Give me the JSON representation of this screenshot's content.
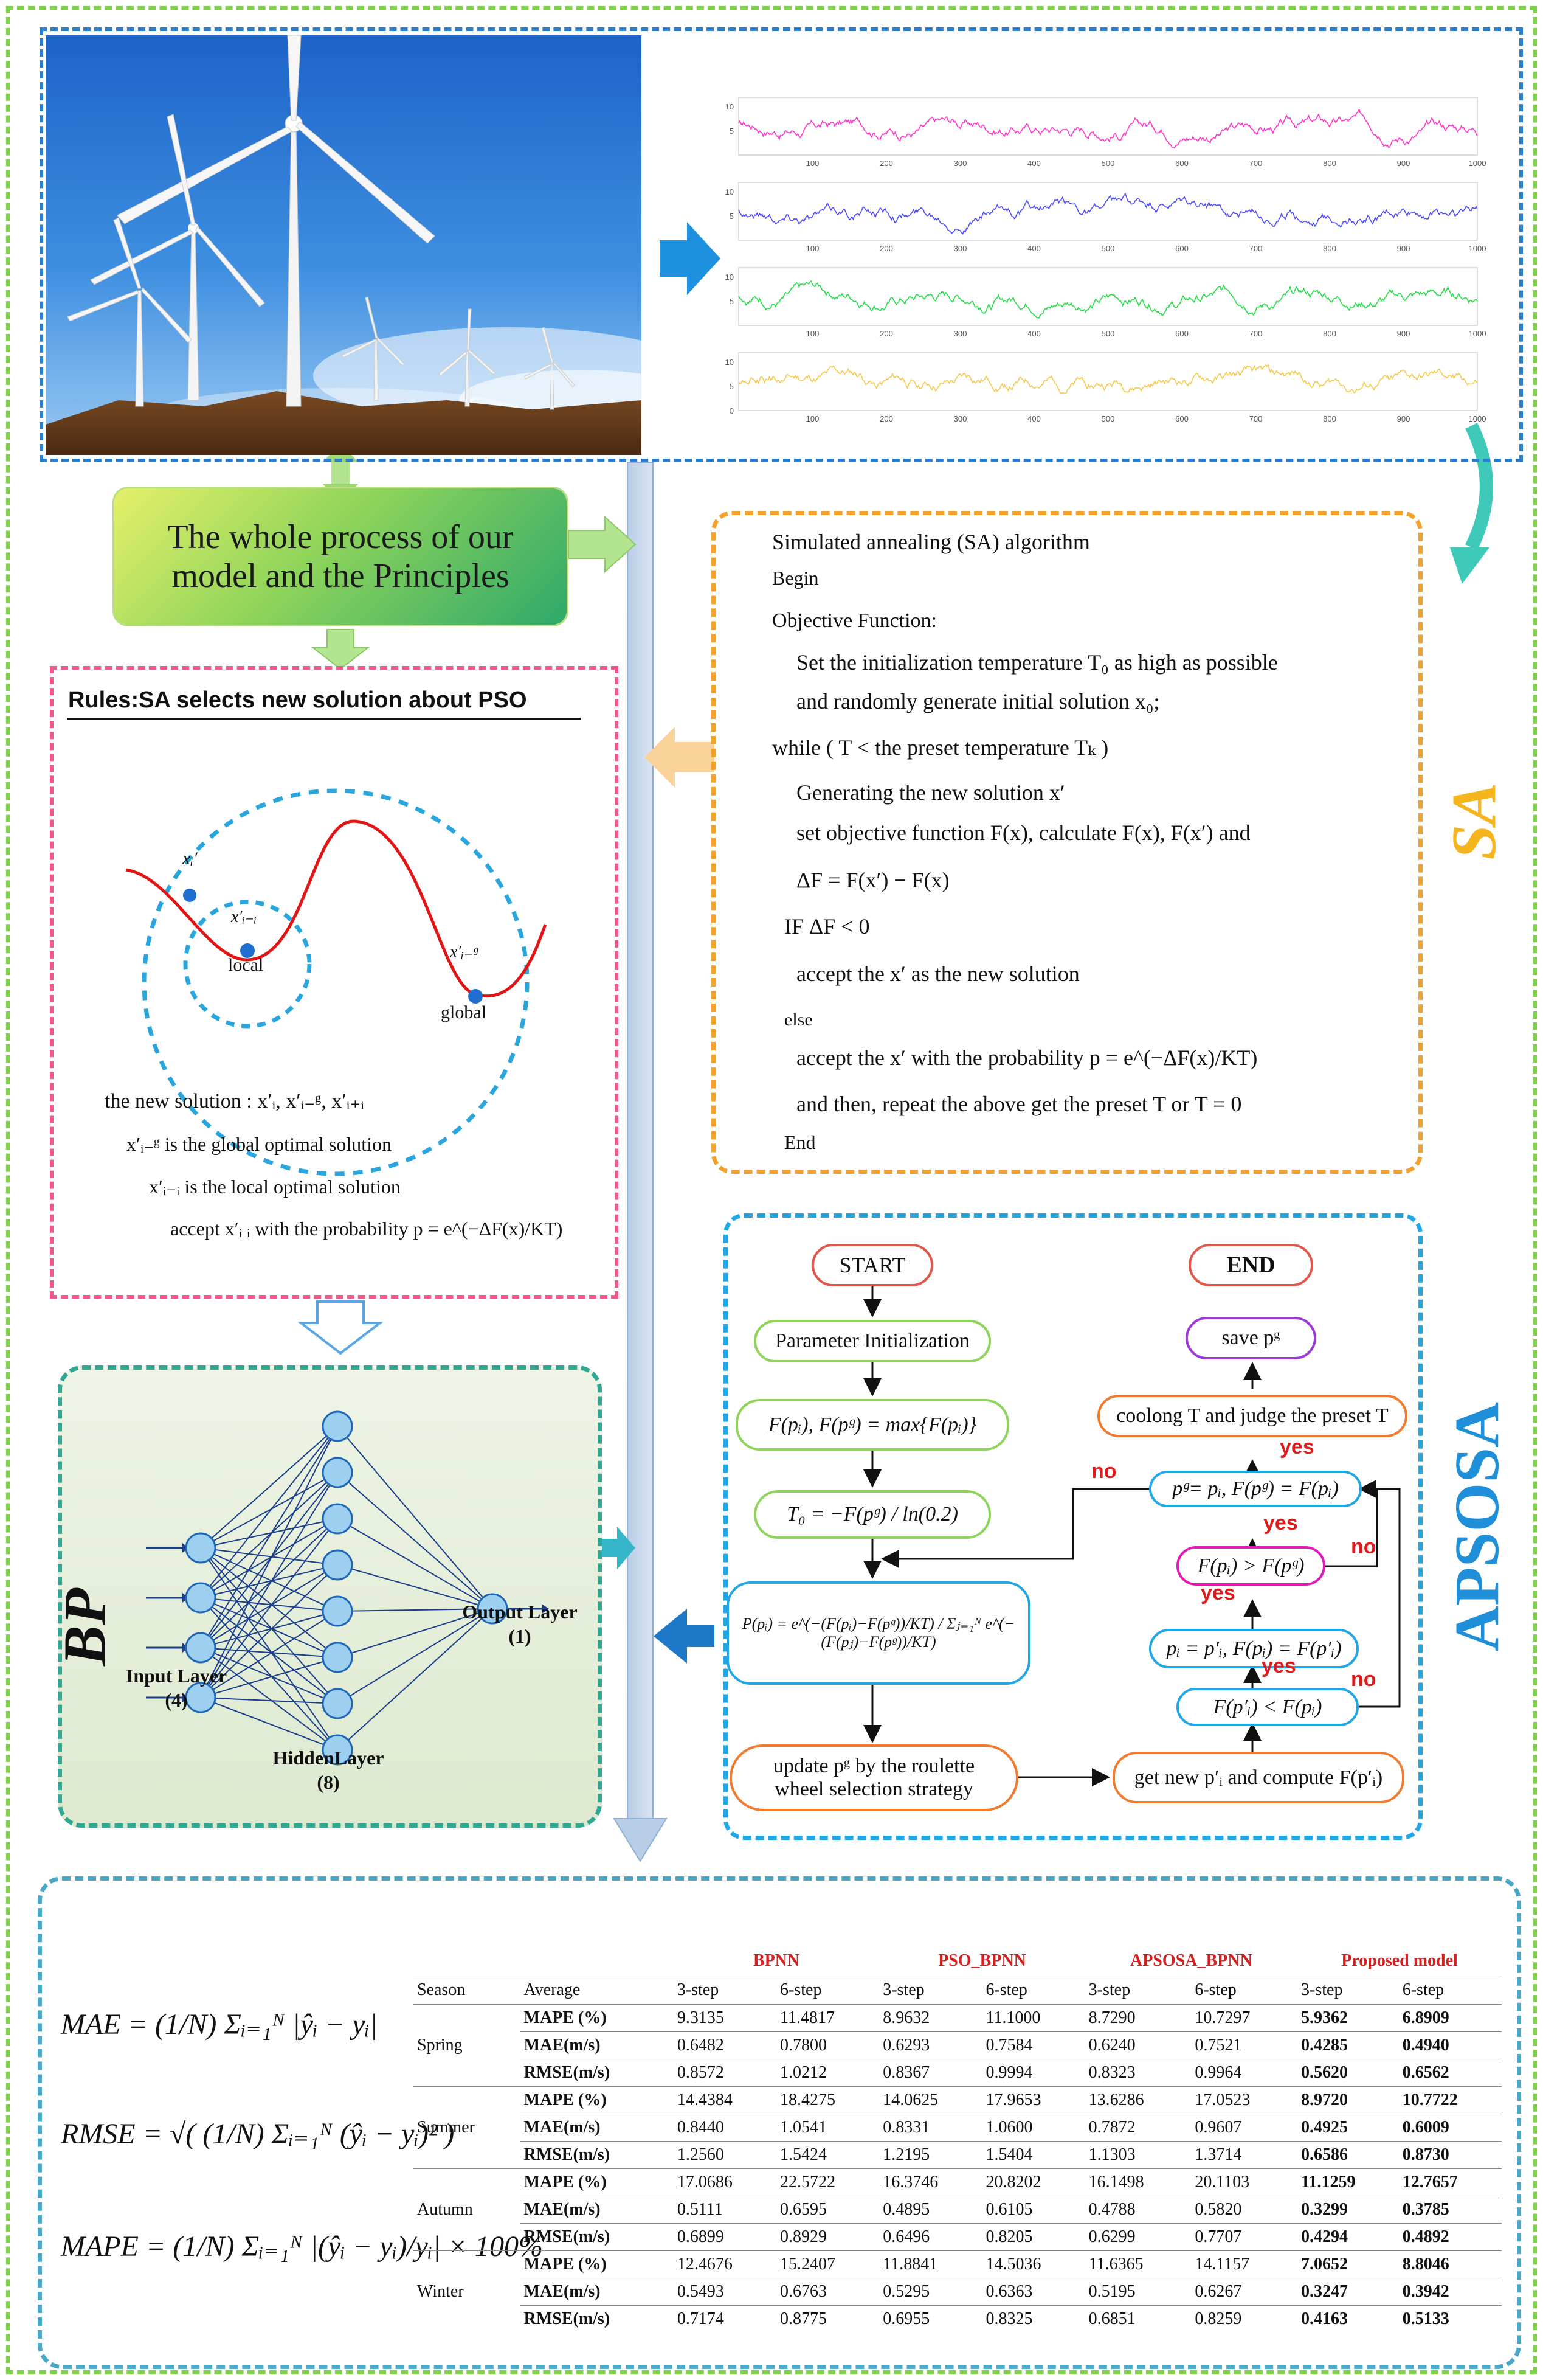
{
  "center_box": {
    "line1": "The whole process of our",
    "line2": "model and the Principles"
  },
  "chart_panel": {
    "x_ticks": [
      "100",
      "200",
      "300",
      "400",
      "500",
      "600",
      "700",
      "800",
      "900",
      "1000"
    ],
    "series": [
      {
        "color": "#ff33cc",
        "y_ticks": [
          "10",
          "5"
        ]
      },
      {
        "color": "#4d4dff",
        "y_ticks": [
          "10",
          "5"
        ]
      },
      {
        "color": "#22dd44",
        "y_ticks": [
          "10",
          "5"
        ]
      },
      {
        "color": "#f5c84a",
        "y_ticks": [
          "10",
          "5",
          "0"
        ]
      }
    ]
  },
  "sa_algorithm": {
    "side_label": "SA",
    "lines": [
      "Simulated annealing (SA) algorithm",
      "Begin",
      "Objective Function:",
      "Set the initialization temperature T₀ as high as possible",
      "and randomly generate initial solution x₀;",
      "while ( T < the preset temperature Tₖ )",
      "Generating the new solution x′",
      "set objective function F(x), calculate F(x), F(x′) and",
      "ΔF = F(x′) − F(x)",
      "IF ΔF < 0",
      "accept the x′ as the new solution",
      "else",
      "accept the x′ with the probability p = e^(−ΔF(x)/KT)",
      "and then, repeat the above get the preset T or T = 0",
      "End"
    ]
  },
  "rules_panel": {
    "title": "Rules:SA selects new solution about PSO",
    "point_labels": {
      "xi": "xᵢ′",
      "local_sym": "x′ᵢ₋ᵢ",
      "local": "local",
      "global_sym": "x′ᵢ₋ᵍ",
      "global": "global"
    },
    "text_lines": [
      "the new solution : x′ᵢ, x′ᵢ₋ᵍ, x′ᵢ₊ᵢ",
      "x′ᵢ₋ᵍ  is the global optimal solution",
      "x′ᵢ₋ᵢ  is the local optimal solution",
      "accept x′ᵢ ᵢ  with the probability p = e^(−ΔF(x)/KT)"
    ]
  },
  "bp_panel": {
    "title": "BP",
    "input_layer": "Input Layer",
    "input_count": "(4)",
    "hidden_layer": "HiddenLayer",
    "hidden_count": "(8)",
    "output_layer": "Output Layer",
    "output_count": "(1)"
  },
  "apsosa_panel": {
    "side_label": "APSOSA",
    "start": "START",
    "param_init": "Parameter Initialization",
    "f_max": "F(pᵢ), F(pᵍ) = max{F(pᵢ)}",
    "t0": "T₀ = −F(pᵍ) / ln(0.2)",
    "prob": "P(pᵢ) = e^(−(F(pᵢ)−F(pᵍ))/KT) / Σⱼ₌₁ᴺ e^(−(F(pⱼ)−F(pᵍ))/KT)",
    "update_line1": "update pᵍ by the roulette",
    "update_line2": "wheel selection strategy",
    "get_new": "get new p′ᵢ and compute F(p′ᵢ)",
    "cond1": "F(p′ᵢ) < F(pᵢ)",
    "assign1": "pᵢ = p′ᵢ, F(pᵢ) = F(p′ᵢ)",
    "cond2": "F(pᵢ) > F(pᵍ)",
    "assign2": "pᵍ= pᵢ, F(pᵍ) = F(pᵢ)",
    "cooling": "coolong T and judge the preset T",
    "save": "save pᵍ",
    "end": "END",
    "yes": "yes",
    "no": "no"
  },
  "formulas": {
    "mae": "MAE = (1/N) Σᵢ₌₁ᴺ |ŷᵢ − yᵢ|",
    "rmse": "RMSE = √( (1/N) Σᵢ₌₁ᴺ (ŷᵢ − yᵢ)² )",
    "mape": "MAPE = (1/N) Σᵢ₌₁ᴺ |(ŷᵢ − yᵢ)/yᵢ| × 100%"
  },
  "results_table": {
    "models": [
      "BPNN",
      "PSO_BPNN",
      "APSOSA_BPNN",
      "Proposed model"
    ],
    "col_season": "Season",
    "col_average": "Average",
    "steps": [
      "3-step",
      "6-step"
    ],
    "rows": [
      {
        "season": "Spring",
        "metric": "MAPE (%)",
        "values": [
          "9.3135",
          "11.4817",
          "8.9632",
          "11.1000",
          "8.7290",
          "10.7297",
          "5.9362",
          "6.8909"
        ]
      },
      {
        "season": "",
        "metric": "MAE(m/s)",
        "values": [
          "0.6482",
          "0.7800",
          "0.6293",
          "0.7584",
          "0.6240",
          "0.7521",
          "0.4285",
          "0.4940"
        ]
      },
      {
        "season": "",
        "metric": "RMSE(m/s)",
        "values": [
          "0.8572",
          "1.0212",
          "0.8367",
          "0.9994",
          "0.8323",
          "0.9964",
          "0.5620",
          "0.6562"
        ]
      },
      {
        "season": "Summer",
        "metric": "MAPE (%)",
        "values": [
          "14.4384",
          "18.4275",
          "14.0625",
          "17.9653",
          "13.6286",
          "17.0523",
          "8.9720",
          "10.7722"
        ]
      },
      {
        "season": "",
        "metric": "MAE(m/s)",
        "values": [
          "0.8440",
          "1.0541",
          "0.8331",
          "1.0600",
          "0.7872",
          "0.9607",
          "0.4925",
          "0.6009"
        ]
      },
      {
        "season": "",
        "metric": "RMSE(m/s)",
        "values": [
          "1.2560",
          "1.5424",
          "1.2195",
          "1.5404",
          "1.1303",
          "1.3714",
          "0.6586",
          "0.8730"
        ]
      },
      {
        "season": "Autumn",
        "metric": "MAPE (%)",
        "values": [
          "17.0686",
          "22.5722",
          "16.3746",
          "20.8202",
          "16.1498",
          "20.1103",
          "11.1259",
          "12.7657"
        ]
      },
      {
        "season": "",
        "metric": "MAE(m/s)",
        "values": [
          "0.5111",
          "0.6595",
          "0.4895",
          "0.6105",
          "0.4788",
          "0.5820",
          "0.3299",
          "0.3785"
        ]
      },
      {
        "season": "",
        "metric": "RMSE(m/s)",
        "values": [
          "0.6899",
          "0.8929",
          "0.6496",
          "0.8205",
          "0.6299",
          "0.7707",
          "0.4294",
          "0.4892"
        ]
      },
      {
        "season": "Winter",
        "metric": "MAPE (%)",
        "values": [
          "12.4676",
          "15.2407",
          "11.8841",
          "14.5036",
          "11.6365",
          "14.1157",
          "7.0652",
          "8.8046"
        ]
      },
      {
        "season": "",
        "metric": "MAE(m/s)",
        "values": [
          "0.5493",
          "0.6763",
          "0.5295",
          "0.6363",
          "0.5195",
          "0.6267",
          "0.3247",
          "0.3942"
        ]
      },
      {
        "season": "",
        "metric": "RMSE(m/s)",
        "values": [
          "0.7174",
          "0.8775",
          "0.6955",
          "0.8325",
          "0.6851",
          "0.8259",
          "0.4163",
          "0.5133"
        ]
      }
    ]
  }
}
